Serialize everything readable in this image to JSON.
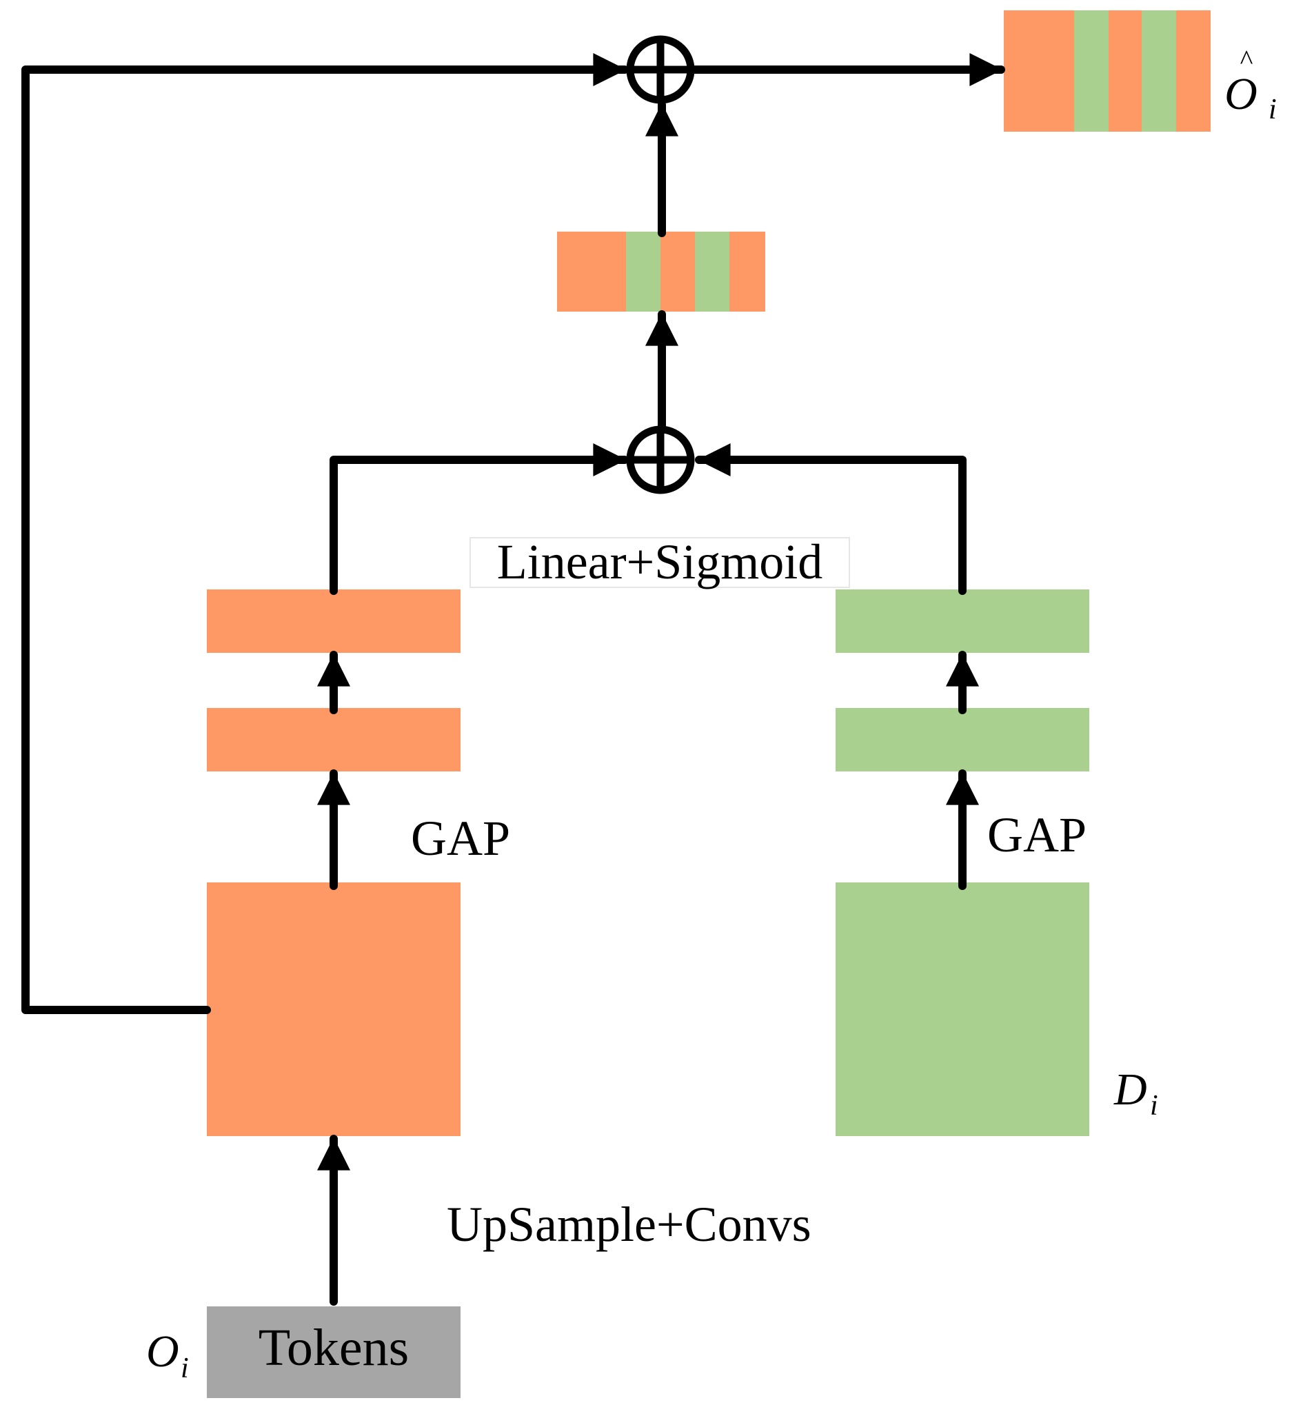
{
  "colors": {
    "orange": "#FE9966",
    "green": "#A9D08E",
    "gray": "#A6A6A6",
    "line": "#000000"
  },
  "labels": {
    "tokens": "Tokens",
    "upsample": "UpSample+Convs",
    "gap_left": "GAP",
    "gap_right": "GAP",
    "linear_sigmoid": "Linear+Sigmoid",
    "o_i": {
      "main": "O",
      "sub": "i"
    },
    "d_i": {
      "main": "D",
      "sub": "i"
    },
    "o_hat": {
      "hat": "^",
      "main": "O",
      "sub": "i"
    }
  },
  "nodes": {
    "sum_top": {
      "icon": "circle-plus-icon"
    },
    "sum_mid": {
      "icon": "circle-plus-icon"
    }
  }
}
